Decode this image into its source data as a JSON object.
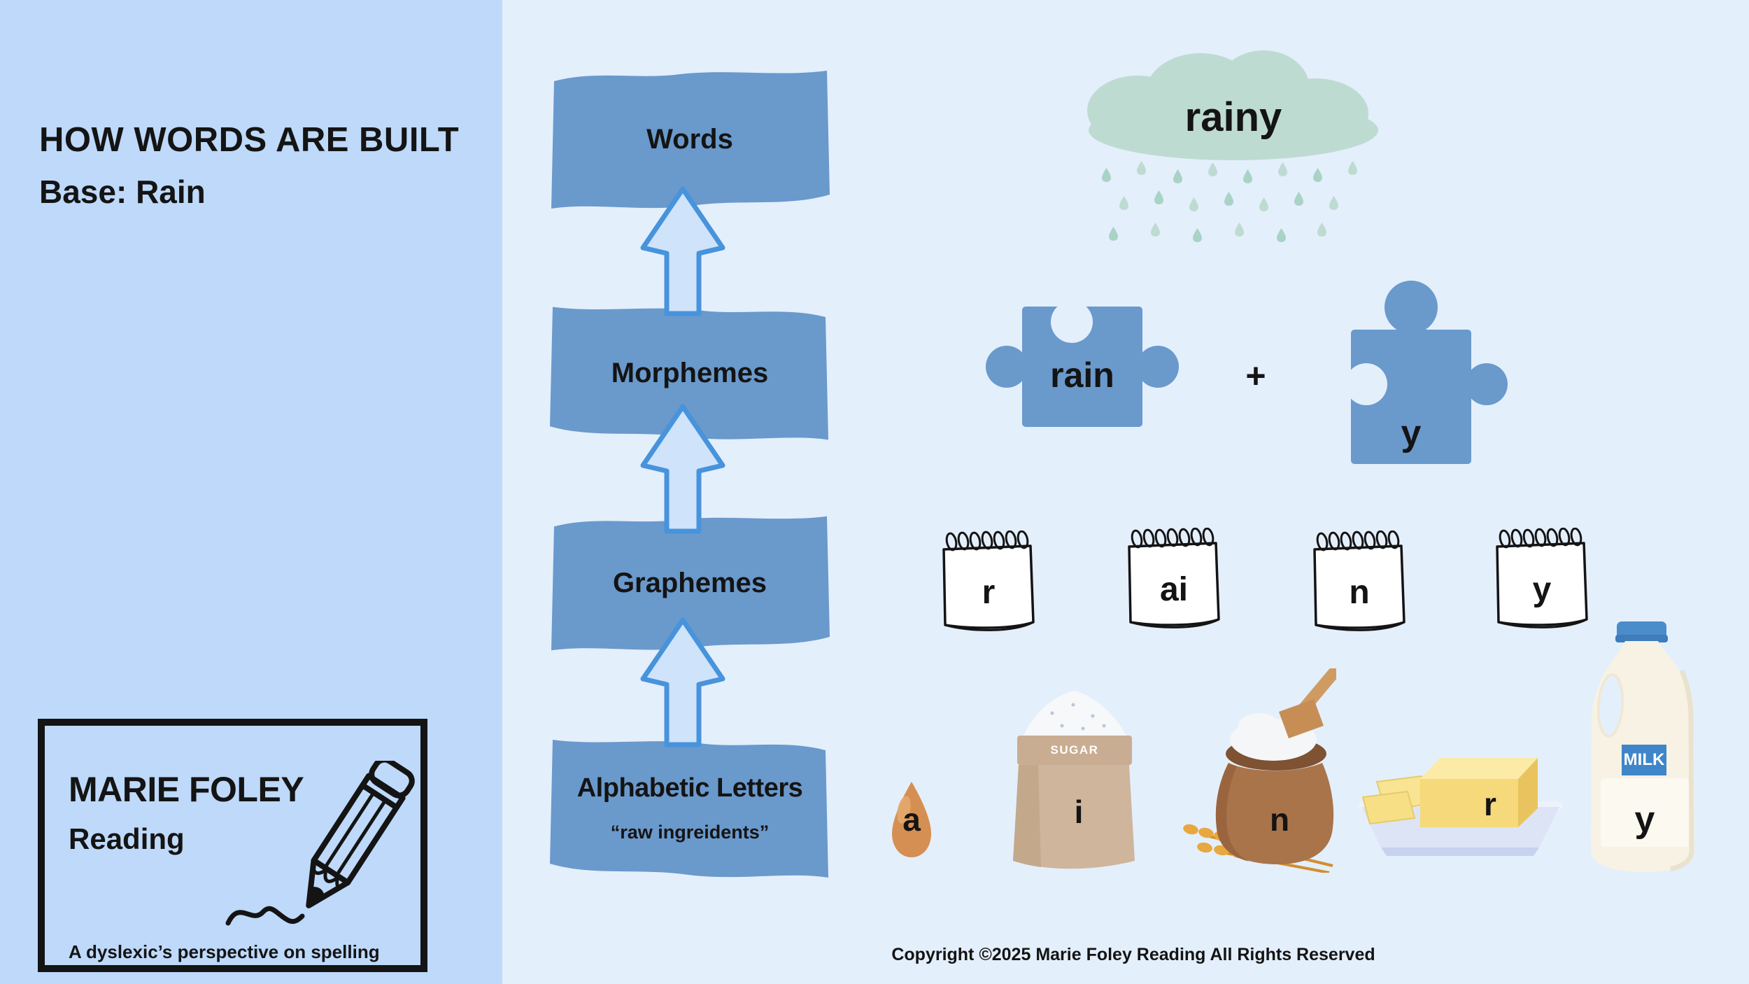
{
  "page": {
    "title_line1": "HOW WORDS ARE BUILT",
    "title_line2": "Base: Rain",
    "copyright": "Copyright ©2025 Marie Foley Reading All Rights Reserved"
  },
  "logo": {
    "name": "MARIE FOLEY",
    "subtitle": "Reading",
    "tagline": "A dyslexic’s perspective on spelling",
    "icon": "pencil-icon"
  },
  "hierarchy": {
    "level1": "Words",
    "level2": "Morphemes",
    "level3": "Graphemes",
    "level4": "Alphabetic Letters",
    "level4_note": "“raw ingreidents”"
  },
  "example": {
    "word": "rainy",
    "base": "rain",
    "plus": "+",
    "suffix": "y",
    "graphemes": [
      "r",
      "ai",
      "n",
      "y"
    ],
    "letters": [
      {
        "letter": "a",
        "ingredient": "egg"
      },
      {
        "letter": "i",
        "ingredient": "sugar bag",
        "label": "SUGAR"
      },
      {
        "letter": "n",
        "ingredient": "flour sack"
      },
      {
        "letter": "r",
        "ingredient": "butter"
      },
      {
        "letter": "y",
        "ingredient": "milk jug",
        "label": "MILK"
      }
    ]
  },
  "colors": {
    "panel_left": "#bed9fa",
    "panel_right": "#e4effc",
    "box_blue": "#6a99cc",
    "arrow_fill": "#cfe3fb",
    "arrow_stroke": "#4793dc",
    "cloud_green": "#bedbd2",
    "raindrop_green": "#a9d3c5",
    "ink": "#141414"
  }
}
